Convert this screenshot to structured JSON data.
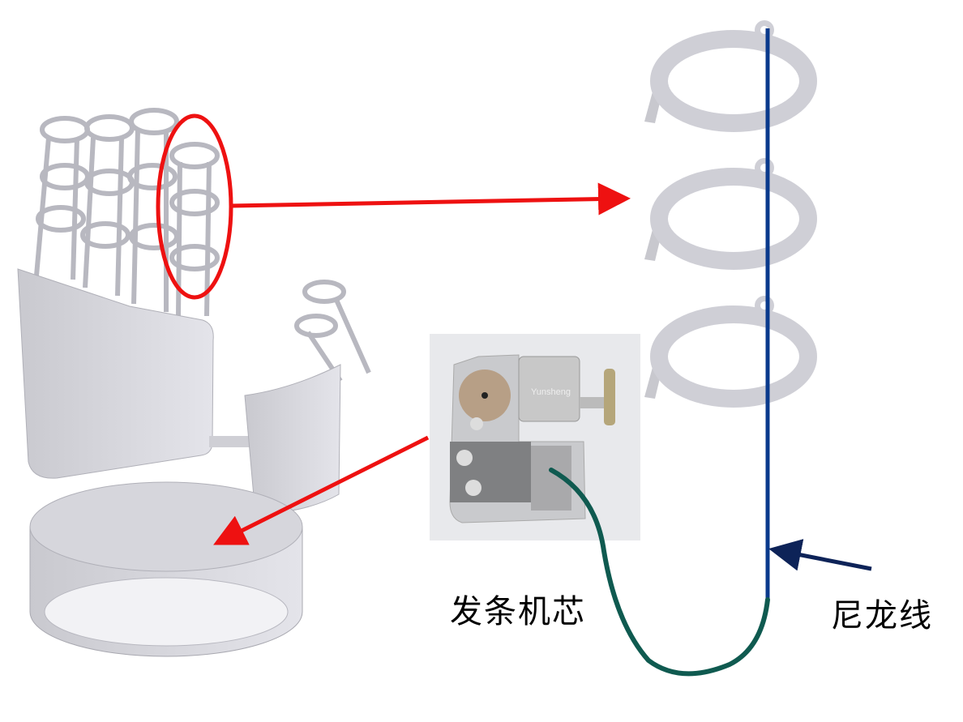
{
  "labels": {
    "movement": "发条机芯",
    "nylon_thread": "尼龙线"
  },
  "photo_brand_text": "Yunsheng",
  "colors": {
    "highlight_red": "#ee1111",
    "nylon_blue": "#0a3a8c",
    "thread_green": "#0f5a50",
    "arrow_navy": "#0d2358",
    "model_gray": "#d4d4da"
  }
}
